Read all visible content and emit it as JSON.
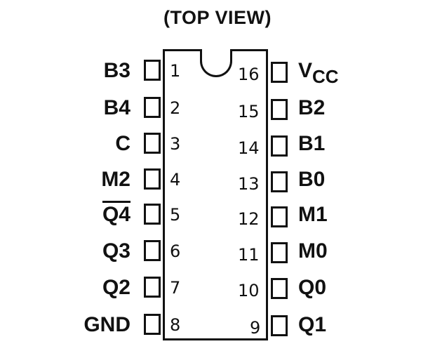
{
  "title": "(TOP VIEW)",
  "left_pins": [
    {
      "number": "1",
      "label": "B3"
    },
    {
      "number": "2",
      "label": "B4"
    },
    {
      "number": "3",
      "label": "C"
    },
    {
      "number": "4",
      "label": "M2"
    },
    {
      "number": "5",
      "label": "Q4",
      "overline": true
    },
    {
      "number": "6",
      "label": "Q3"
    },
    {
      "number": "7",
      "label": "Q2"
    },
    {
      "number": "8",
      "label": "GND"
    }
  ],
  "right_pins": [
    {
      "number": "16",
      "label": "V",
      "subscript": "CC"
    },
    {
      "number": "15",
      "label": "B2"
    },
    {
      "number": "14",
      "label": "B1"
    },
    {
      "number": "13",
      "label": "B0"
    },
    {
      "number": "12",
      "label": "M1"
    },
    {
      "number": "11",
      "label": "M0"
    },
    {
      "number": "10",
      "label": "Q0"
    },
    {
      "number": "9",
      "label": "Q1"
    }
  ]
}
